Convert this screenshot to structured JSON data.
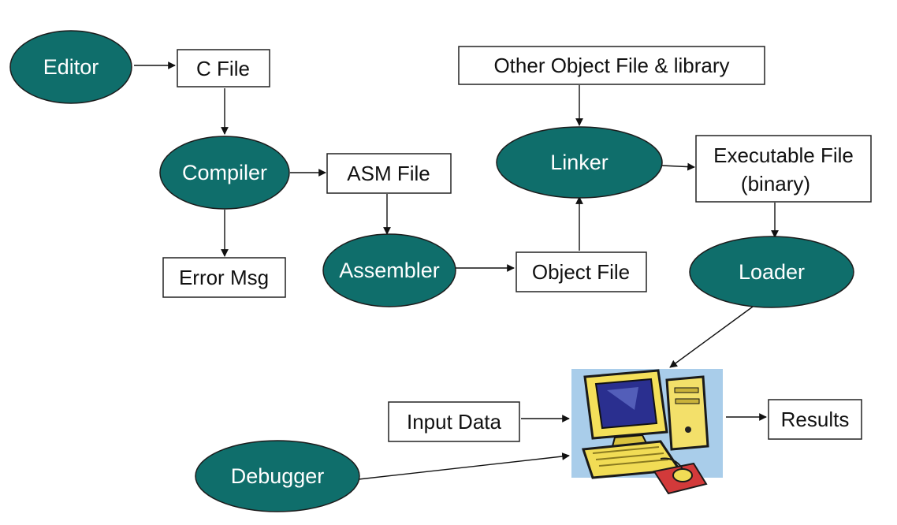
{
  "colors": {
    "node_fill": "#0f6e6b",
    "box_fill": "#ffffff",
    "arrow": "#111111"
  },
  "nodes": {
    "editor": "Editor",
    "c_file": "C File",
    "compiler": "Compiler",
    "asm_file": "ASM File",
    "error_msg": "Error Msg",
    "assembler": "Assembler",
    "object_file": "Object File",
    "other_object_file": "Other Object File & library",
    "linker": "Linker",
    "executable_file_line1": "Executable File",
    "executable_file_line2": "(binary)",
    "loader": "Loader",
    "input_data": "Input Data",
    "results": "Results",
    "debugger": "Debugger"
  },
  "icons": {
    "computer": "computer-clipart-icon"
  }
}
